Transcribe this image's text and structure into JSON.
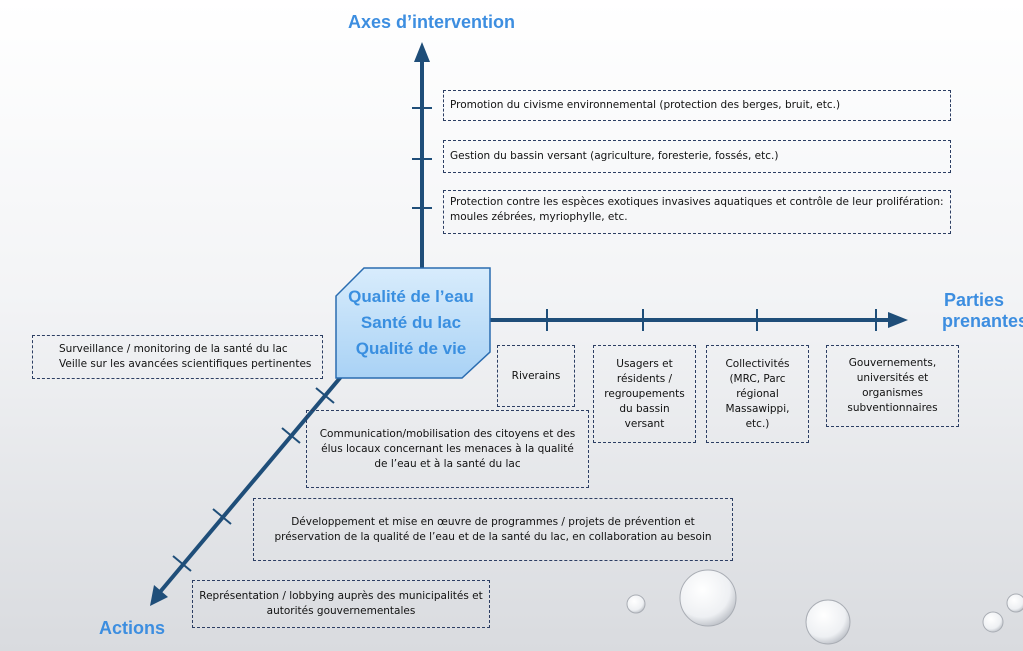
{
  "axis_titles": {
    "vertical": "Axes d’intervention",
    "horizontal_line1": "Parties",
    "horizontal_line2": "prenantes",
    "diagonal": "Actions"
  },
  "center": {
    "line1": "Qualité de l’eau",
    "line2": "Santé du lac",
    "line3": "Qualité de vie"
  },
  "interventions": [
    "Promotion du civisme environnemental (protection des berges,  bruit, etc.)",
    "Gestion du bassin versant (agriculture, foresterie, fossés, etc.)",
    "Protection contre les espèces exotiques invasives aquatiques et contrôle de leur prolifération: moules zébrées, myriophylle, etc."
  ],
  "stakeholders": [
    "Riverains",
    "Usagers et résidents / regroupements du bassin versant",
    "Collectivités (MRC, Parc régional Massawippi, etc.)",
    "Gouvernements, universités et organismes subventionnaires"
  ],
  "actions": [
    "Surveillance / monitoring de la santé du lac\nVeille sur les avancées scientifiques pertinentes",
    "Communication/mobilisation des citoyens et des élus locaux concernant les menaces à la qualité de l’eau et à la santé du lac",
    "Développement et mise en œuvre de programmes / projets de prévention et préservation de la qualité de l’eau et de la santé du lac, en collaboration au besoin",
    "Représentation / lobbying auprès des municipalités et autorités gouvernementales"
  ],
  "colors": {
    "axis": "#1f4e79",
    "title": "#3d8ee0",
    "center_fill": "#bfe0fa",
    "border": "#2c3e63"
  }
}
